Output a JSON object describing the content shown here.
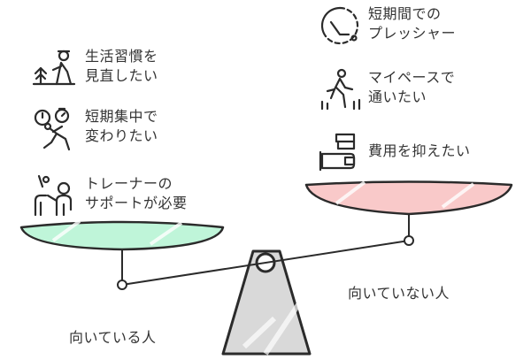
{
  "colors": {
    "ink": "#2b2b2b",
    "left_pan_fill": "#bff5d9",
    "right_pan_fill": "#f9c9c9",
    "fulcrum_fill": "#d9d9d9"
  },
  "left_side": {
    "caption": "向いている人",
    "items": [
      {
        "icon": "habit-person-icon",
        "line1": "生活習慣を",
        "line2": "見直したい"
      },
      {
        "icon": "runner-stopwatch-icon",
        "line1": "短期集中で",
        "line2": "変わりたい"
      },
      {
        "icon": "trainer-pair-icon",
        "line1": "トレーナーの",
        "line2": "サポートが必要"
      }
    ]
  },
  "right_side": {
    "caption": "向いていない人",
    "items": [
      {
        "icon": "clock-pressure-icon",
        "line1": "短期間での",
        "line2": "プレッシャー"
      },
      {
        "icon": "walking-person-icon",
        "line1": "マイペースで",
        "line2": "通いたい"
      },
      {
        "icon": "wallet-coins-icon",
        "line1": "費用を抑えたい",
        "line2": ""
      }
    ]
  }
}
